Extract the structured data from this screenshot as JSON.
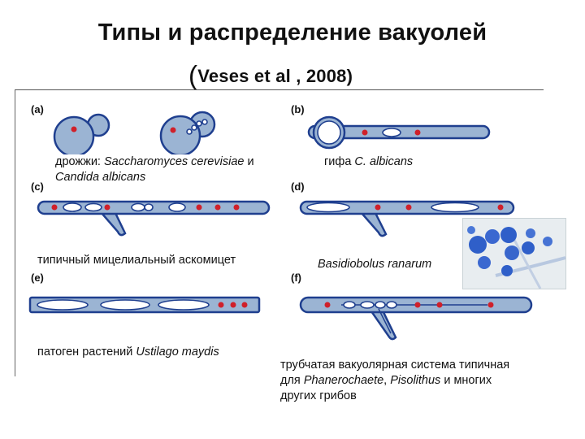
{
  "title": "Типы и распределение вакуолей",
  "citation_paren": "(",
  "citation": "Veses et al , 2008)",
  "panels": {
    "a": "(a)",
    "b": "(b)",
    "c": "(c)",
    "d": "(d)",
    "e": "(e)",
    "f": "(f)"
  },
  "captions": {
    "a_pre": "дрожжи: ",
    "a_italic": "Saccharomyces cerevisiae",
    "a_mid": " и ",
    "a_italic2": "Candida albicans",
    "b_pre": "гифа ",
    "b_italic": "C. albicans",
    "c": "типичный мицелиальный аскомицет",
    "d_italic": "Basidiobolus ranarum",
    "e_pre": "патоген растений ",
    "e_italic": "Ustilago maydis",
    "f_line1": "трубчатая вакуолярная система типичная",
    "f_pre": "для ",
    "f_italic1": "Phanerochaete",
    "f_sep": ", ",
    "f_italic2": "Pisolithus",
    "f_post": " и многих",
    "f_line3": "других грибов"
  },
  "colors": {
    "cell_fill": "#9bb4d3",
    "cell_stroke": "#1f3f8f",
    "vacuole_fill": "#ffffff",
    "dot": "#d0202a",
    "photo_cell": "#2f5fc9"
  }
}
